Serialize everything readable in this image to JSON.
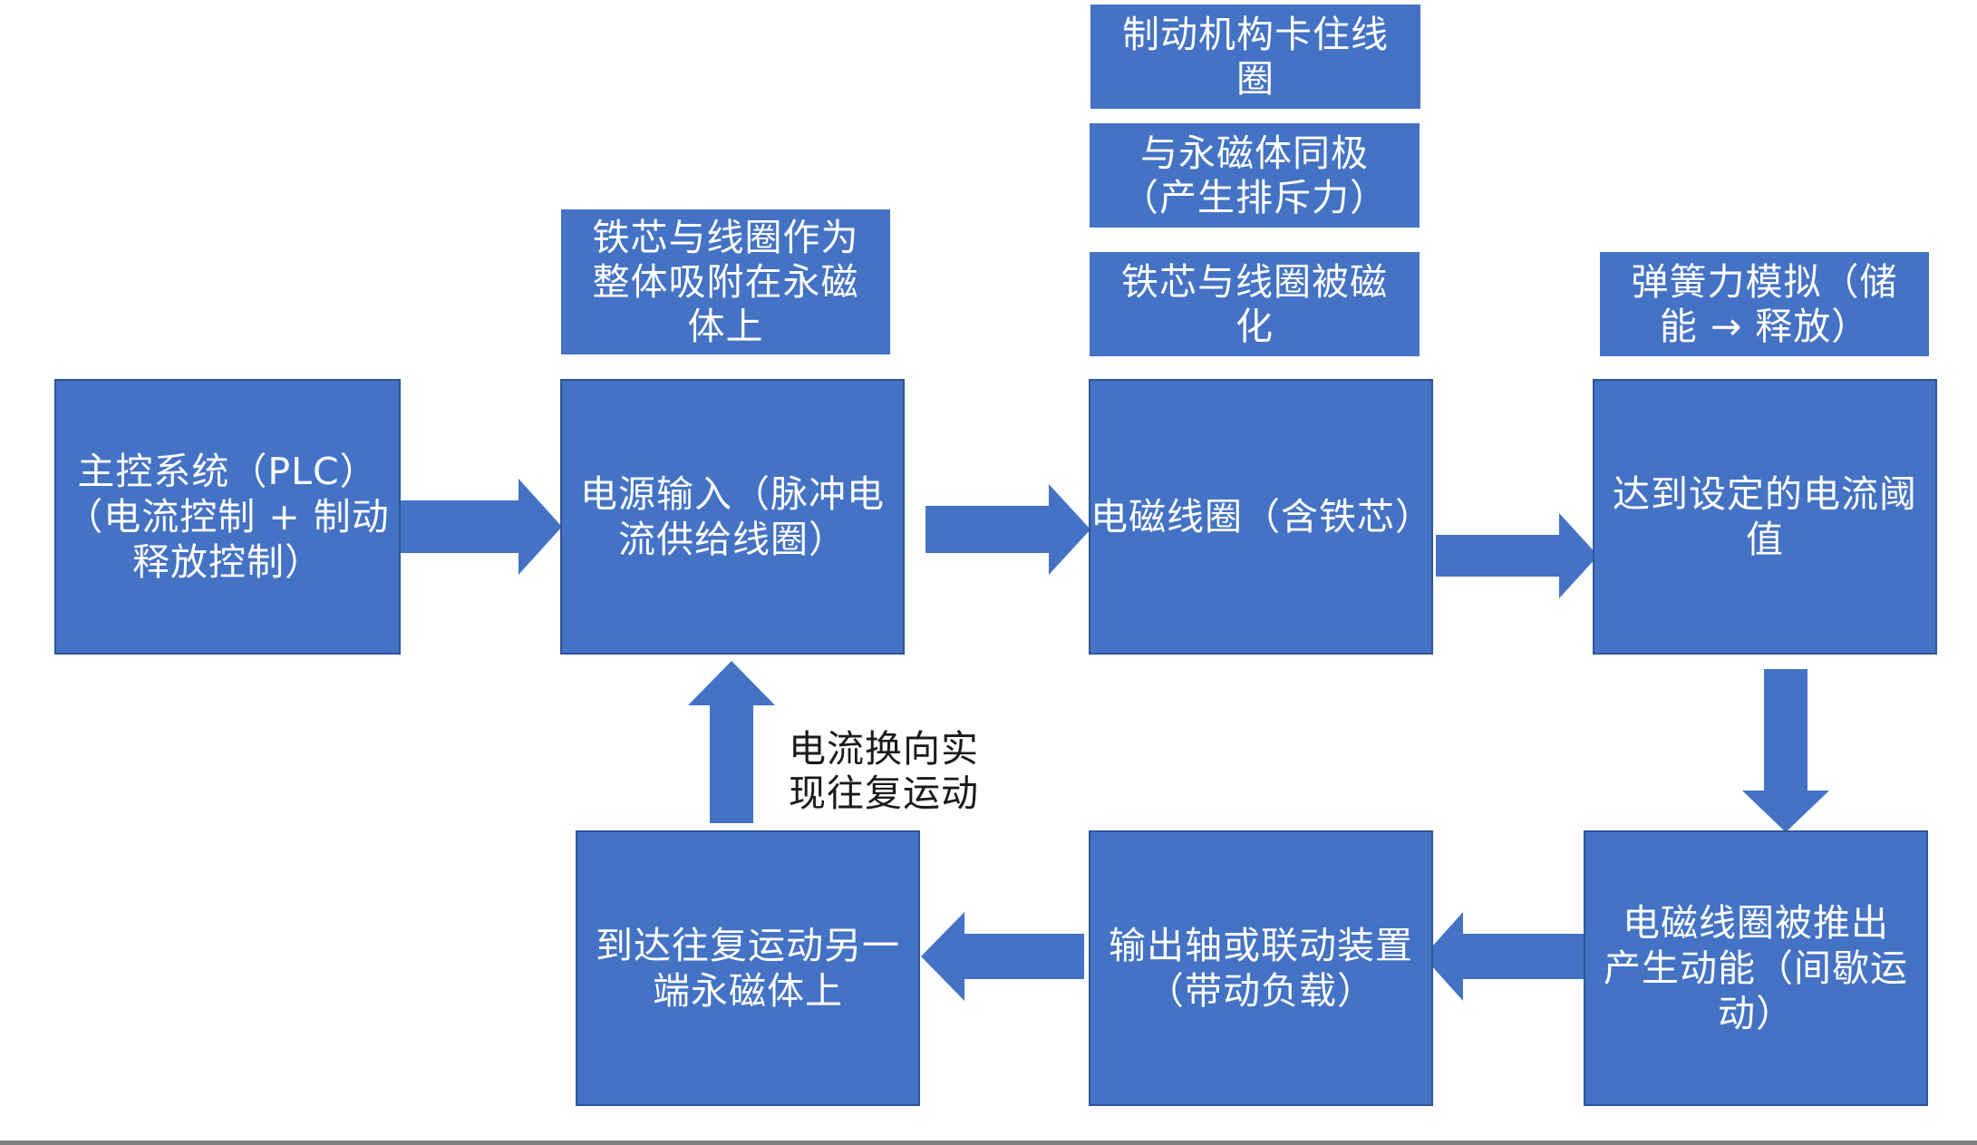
{
  "diagram": {
    "nodes": {
      "plc": "主控系统（PLC）\n（电流控制 + 制动\n释放控制）",
      "power": "电源输入（脉冲电\n流供给线圈）",
      "coil": "电磁线圈（含铁芯）",
      "threshold": "达到设定的电流阈\n值",
      "pushed": "电磁线圈被推出\n产生动能（间歇运\n动）",
      "output": "输出轴或联动装置\n（带动负载）",
      "arrive": "到达往复运动另一\n端永磁体上"
    },
    "notes": {
      "attach": "铁芯与线圈作为\n整体吸附在永磁\n体上",
      "brake": "制动机构卡住线\n圈",
      "same_pole": "与永磁体同极\n（产生排斥力）",
      "magnetized": "铁芯与线圈被磁\n化",
      "spring": "弹簧力模拟（储\n能 → 释放）"
    },
    "labels": {
      "reverse": "电流换向实\n现往复运动"
    },
    "colors": {
      "box_fill": "#4472c4",
      "box_border": "#2f5597",
      "text": "#ffffff",
      "label_text": "#1a1a1a"
    }
  }
}
